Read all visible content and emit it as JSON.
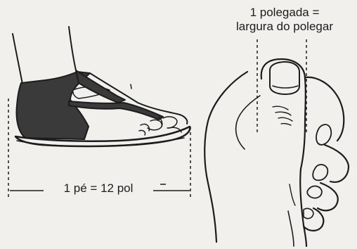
{
  "foot_figure": {
    "measure_label": "1 pé = 12 pol"
  },
  "thumb_figure": {
    "measure_label_line1": "1 polegada =",
    "measure_label_line2": "largura do polegar"
  },
  "colors": {
    "paper": "#f1f0ec",
    "ink": "#1c1c1c",
    "strap_dark": "#3a3a3a"
  }
}
